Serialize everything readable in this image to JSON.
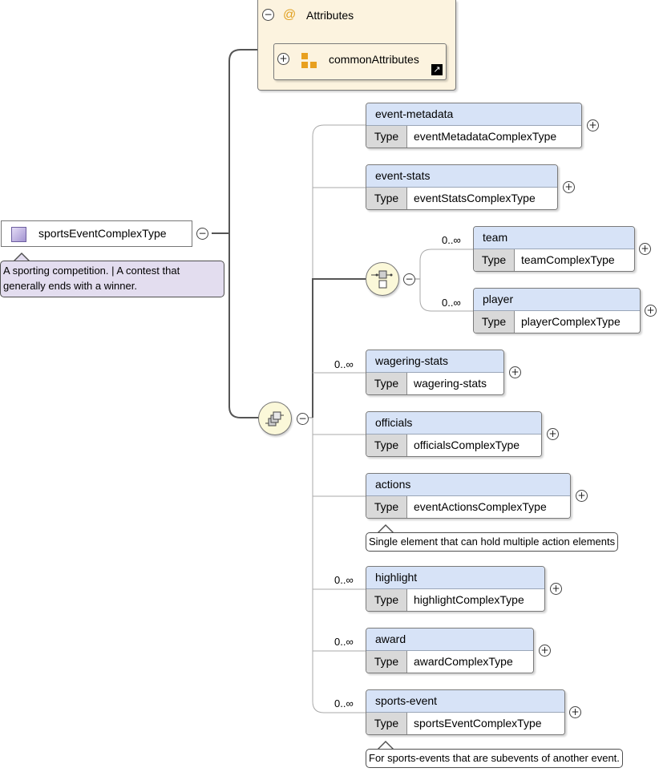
{
  "root": {
    "name": "sportsEventComplexType",
    "annotation": "A sporting competition. | A contest that generally ends with a winner.",
    "annotation_lines": [
      "A sporting competition. | A contest that",
      "generally ends with a winner."
    ]
  },
  "attributes": {
    "title": "Attributes",
    "group": "commonAttributes"
  },
  "type_label": "Type",
  "elements": [
    {
      "name": "event-metadata",
      "type": "eventMetadataComplexType",
      "cardinality": ""
    },
    {
      "name": "event-stats",
      "type": "eventStatsComplexType",
      "cardinality": ""
    },
    {
      "name": "team",
      "type": "teamComplexType",
      "cardinality": "0..∞"
    },
    {
      "name": "player",
      "type": "playerComplexType",
      "cardinality": "0..∞"
    },
    {
      "name": "wagering-stats",
      "type": "wagering-stats",
      "cardinality": "0..∞"
    },
    {
      "name": "officials",
      "type": "officialsComplexType",
      "cardinality": ""
    },
    {
      "name": "actions",
      "type": "eventActionsComplexType",
      "cardinality": "",
      "annotation": "Single element that can hold multiple action elements"
    },
    {
      "name": "highlight",
      "type": "highlightComplexType",
      "cardinality": "0..∞"
    },
    {
      "name": "award",
      "type": "awardComplexType",
      "cardinality": "0..∞"
    },
    {
      "name": "sports-event",
      "type": "sportsEventComplexType",
      "cardinality": "0..∞",
      "annotation": "For sports-events that are subevents of another event."
    }
  ],
  "colors": {
    "element_header": "#d7e3f7",
    "type_cell": "#d9d9d9",
    "attributes_bg": "#fcf3df",
    "annotation_root": "#e3ddef",
    "compositor": "#fbf8d9"
  },
  "icons": {
    "root": "complex-type-square-icon",
    "attributes": "at-sign-icon",
    "group": "attribute-group-icon",
    "shortcut": "shortcut-arrow-icon",
    "sequence": "sequence-compositor-icon",
    "choice": "choice-compositor-icon"
  }
}
